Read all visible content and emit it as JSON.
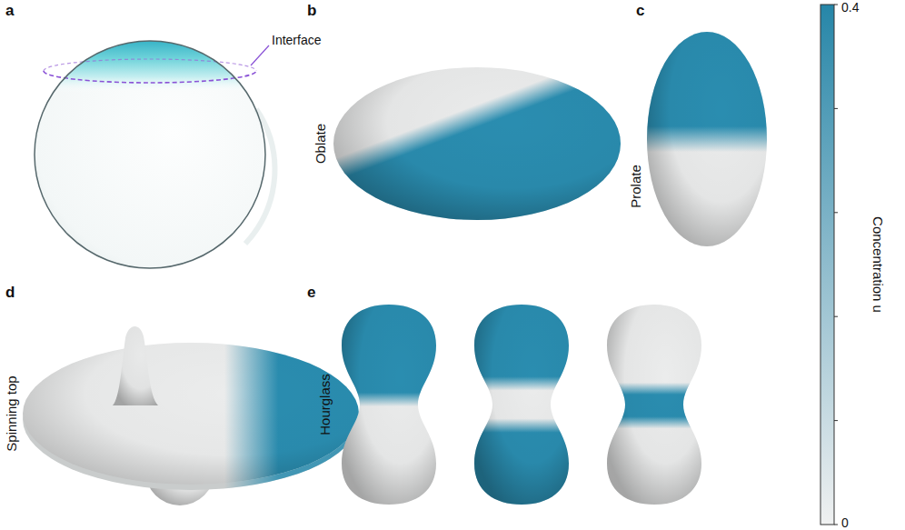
{
  "diagram": {
    "labels": [
      "a",
      "Interface",
      "b",
      "Oblate",
      "c",
      "Prolate",
      "d",
      "Spinning top",
      "e",
      "Hourglass",
      "0.4",
      "0",
      "Concentration u"
    ]
  }
}
